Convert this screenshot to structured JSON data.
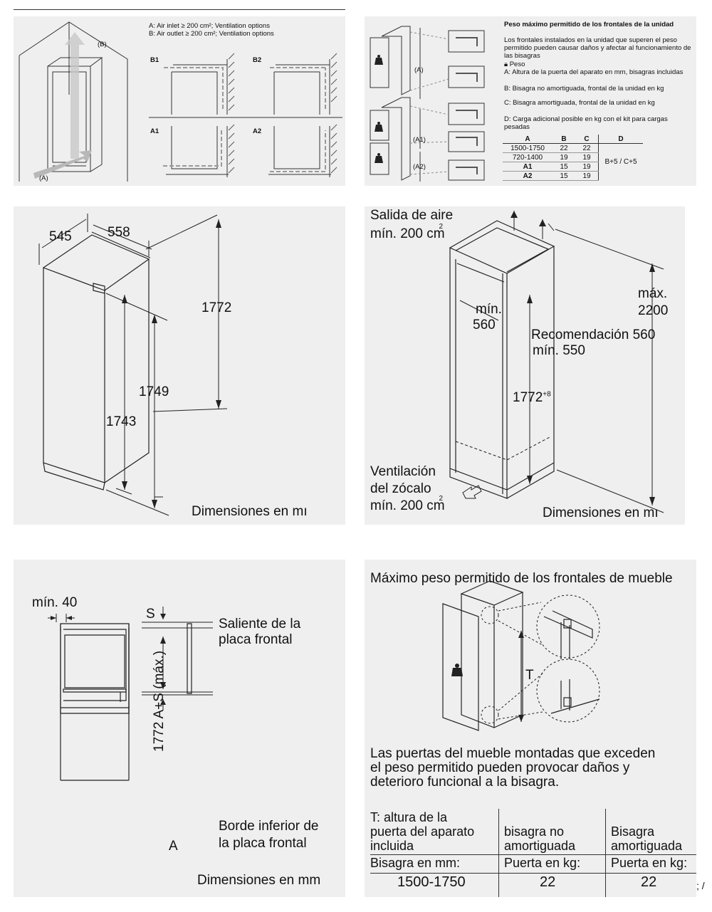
{
  "panel1": {
    "note_a": "A: Air inlet ≥ 200 cm²; Ventilation options",
    "note_b": "B: Air outlet ≥ 200 cm²; Ventilation options",
    "label_b_callout": "(B)",
    "label_a_callout": "(A)",
    "sub_b1": "B1",
    "sub_b2": "B2",
    "sub_a1": "A1",
    "sub_a2": "A2"
  },
  "panel2": {
    "title": "Peso máximo permitido de los frontales de la unidad",
    "intro": "Los frontales instalados en la unidad que superen el peso permitido pueden causar daños y afectar al funcionamiento de las bisagras",
    "legend_weight": "Peso",
    "legend_a": "A: Altura de la puerta del aparato en mm, bisagras incluidas",
    "legend_b": "B: Bisagra no amortiguada, frontal de la unidad en kg",
    "legend_c": "C: Bisagra amortiguada, frontal de la unidad en kg",
    "legend_d": "D: Carga adicional posible en kg con el kit para cargas pesadas",
    "callout_a": "(A)",
    "callout_a1": "(A1)",
    "callout_a2": "(A2)",
    "table": {
      "headers": [
        "A",
        "B",
        "C",
        "D"
      ],
      "rows": [
        [
          "1500-1750",
          "22",
          "22"
        ],
        [
          "720-1400",
          "19",
          "19"
        ],
        [
          "A1",
          "15",
          "19"
        ],
        [
          "A2",
          "15",
          "19"
        ]
      ],
      "d_value": "B+5 / C+5"
    }
  },
  "panel3": {
    "depth": "545",
    "width": "558",
    "height_total": "1772",
    "height_side": "1749",
    "height_front": "1743",
    "units": "Dimensiones en mı"
  },
  "panel4": {
    "air_out_1": "Salida de aire",
    "air_out_2": "mín. 200 cm",
    "sup2": "2",
    "max_label": "máx.",
    "max_value": "2200",
    "min_label": "mín.",
    "min_value": "560",
    "rec_1": "Recomendación 560",
    "rec_2": "mín. 550",
    "height": "1772",
    "height_sup": "+8",
    "vent_1": "Ventilación",
    "vent_2": "del zócalo",
    "vent_3": "mín. 200 cm",
    "units": "Dimensiones en mı"
  },
  "panel5": {
    "min40": "mín. 40",
    "s_label": "S",
    "overhang_1": "Saliente de la",
    "overhang_2": "placa frontal",
    "height": "1772 A+S (máx.)",
    "a_label": "A",
    "lower_1": "Borde inferior de",
    "lower_2": "la placa frontal",
    "units": "Dimensiones en mm"
  },
  "panel6": {
    "title": "Máximo peso permitido de los frontales de mueble",
    "t_label": "T",
    "desc_1": "Las puertas del mueble montadas que exceden",
    "desc_2": "el peso permitido pueden provocar daños y",
    "desc_3": "deterioro funcional a la bisagra.",
    "col1": [
      "T: altura de la",
      "puerta del aparato",
      "incluida"
    ],
    "col2": [
      "bisagra no",
      "amortiguada"
    ],
    "col3": [
      "Bisagra",
      "amortiguada"
    ],
    "row_unit": [
      "Bisagra en mm:",
      "Puerta en kg:",
      "Puerta en kg:"
    ],
    "row_value": [
      "1500-1750",
      "22",
      "22"
    ],
    "page_mark": "; /"
  }
}
